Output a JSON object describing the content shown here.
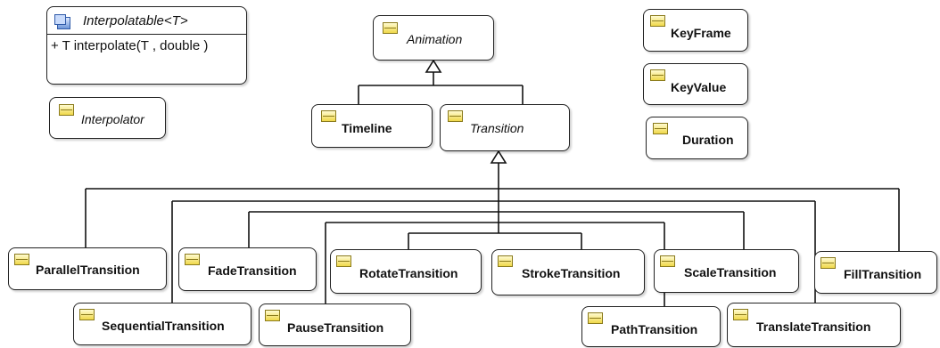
{
  "interface": {
    "name": "Interpolatable<T>",
    "method": "+ T interpolate(T , double )"
  },
  "classes": {
    "interpolator": "Interpolator",
    "animation": "Animation",
    "timeline": "Timeline",
    "transition": "Transition",
    "keyframe": "KeyFrame",
    "keyvalue": "KeyValue",
    "duration": "Duration",
    "parallel": "ParallelTransition",
    "sequential": "SequentialTransition",
    "fade": "FadeTransition",
    "pause": "PauseTransition",
    "rotate": "RotateTransition",
    "stroke": "StrokeTransition",
    "path": "PathTransition",
    "scale": "ScaleTransition",
    "translate": "TranslateTransition",
    "fill": "FillTransition"
  },
  "colors": {
    "class_icon": "#f0d84a",
    "interface_icon": "#6d95d8",
    "line": "#111111"
  }
}
